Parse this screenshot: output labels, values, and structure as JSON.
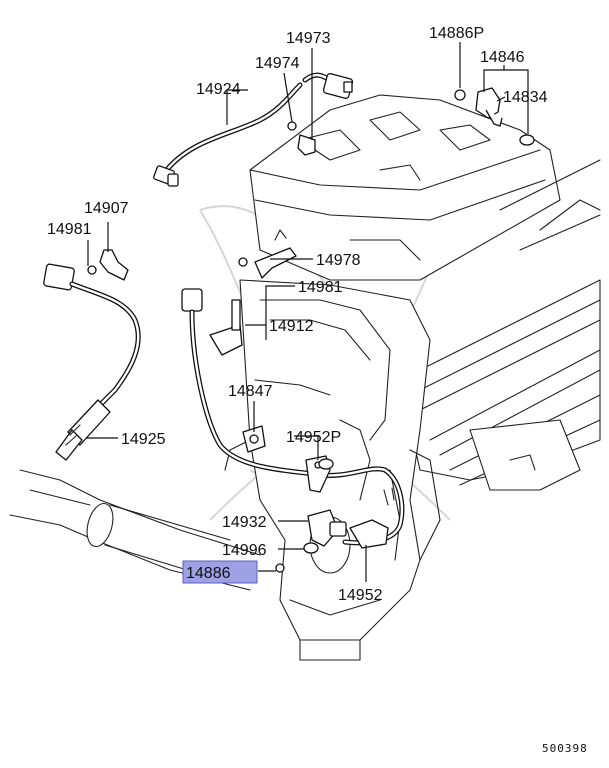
{
  "labels": {
    "p14973": "14973",
    "p14974": "14974",
    "p14924": "14924",
    "p14886P": "14886P",
    "p14846": "14846",
    "p14834": "14834",
    "p14907": "14907",
    "p14981a": "14981",
    "p14978": "14978",
    "p14981b": "14981",
    "p14912": "14912",
    "p14847": "14847",
    "p14952P": "14952P",
    "p14925": "14925",
    "p14932": "14932",
    "p14996": "14996",
    "p14886": "14886",
    "p14952": "14952"
  },
  "highlight_color": "#9da0e3",
  "diagram_code": "500398"
}
